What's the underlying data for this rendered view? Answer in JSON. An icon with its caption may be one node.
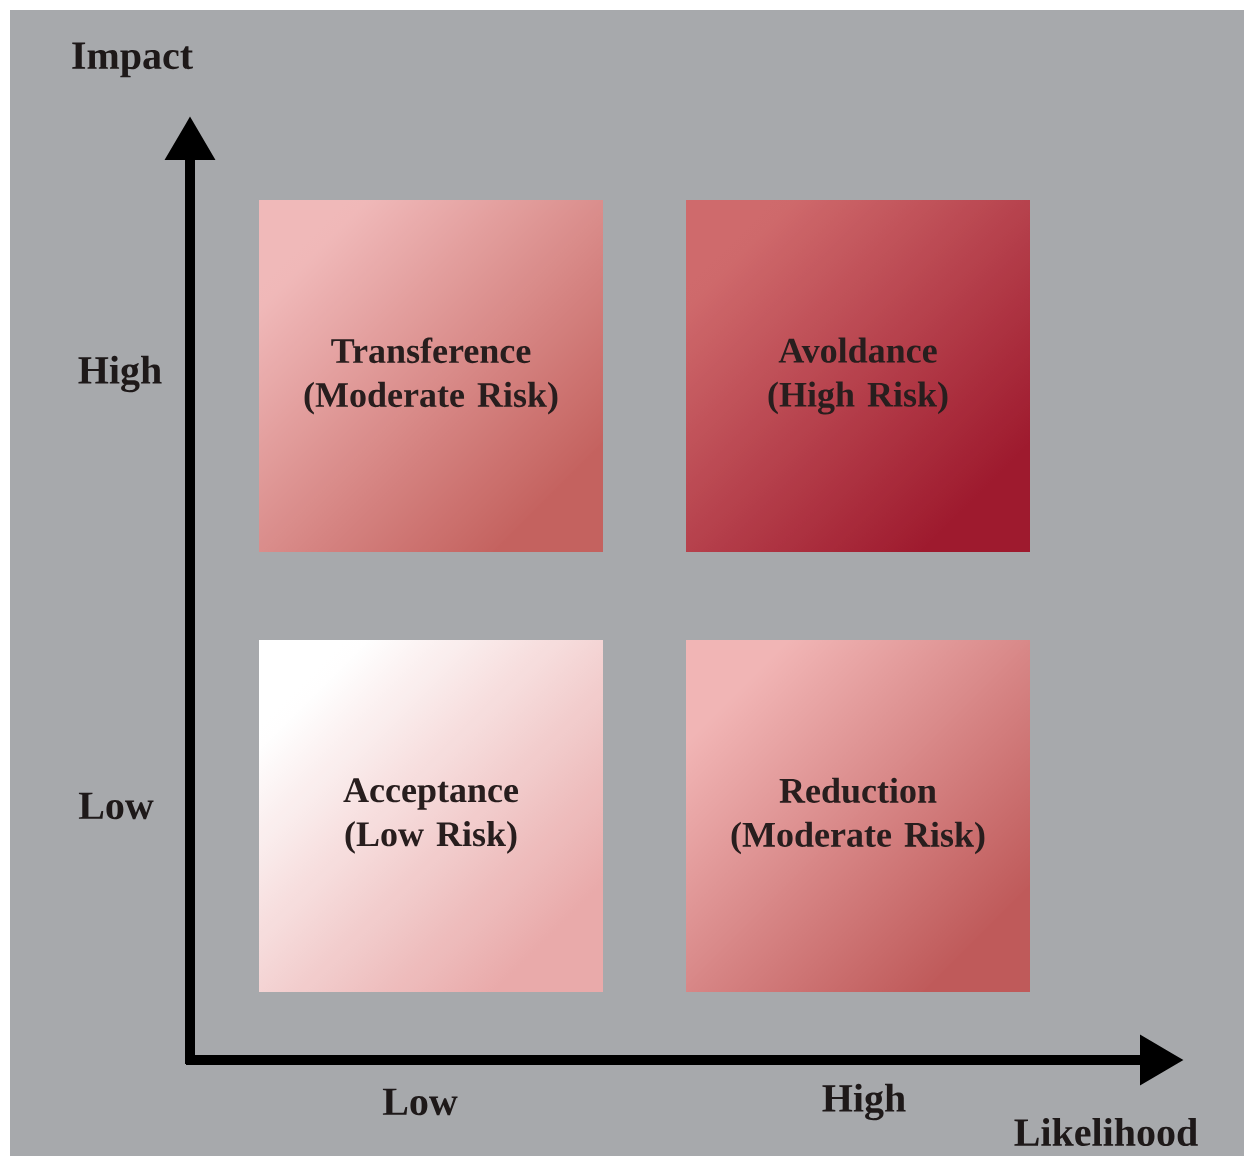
{
  "diagram": {
    "nodes": [
      {
        "text": [
          "Transference (Moderate Risk)"
        ]
      },
      {
        "text": [
          "Avoldance (High Risk)"
        ]
      },
      {
        "text": [
          "Acceptance (Low Risk)"
        ]
      },
      {
        "text": [
          "Reduction (Moderate Risk)"
        ]
      }
    ],
    "labels": [
      "Impact",
      "High",
      "Low",
      "Low",
      "High",
      "Likelihood"
    ]
  }
}
